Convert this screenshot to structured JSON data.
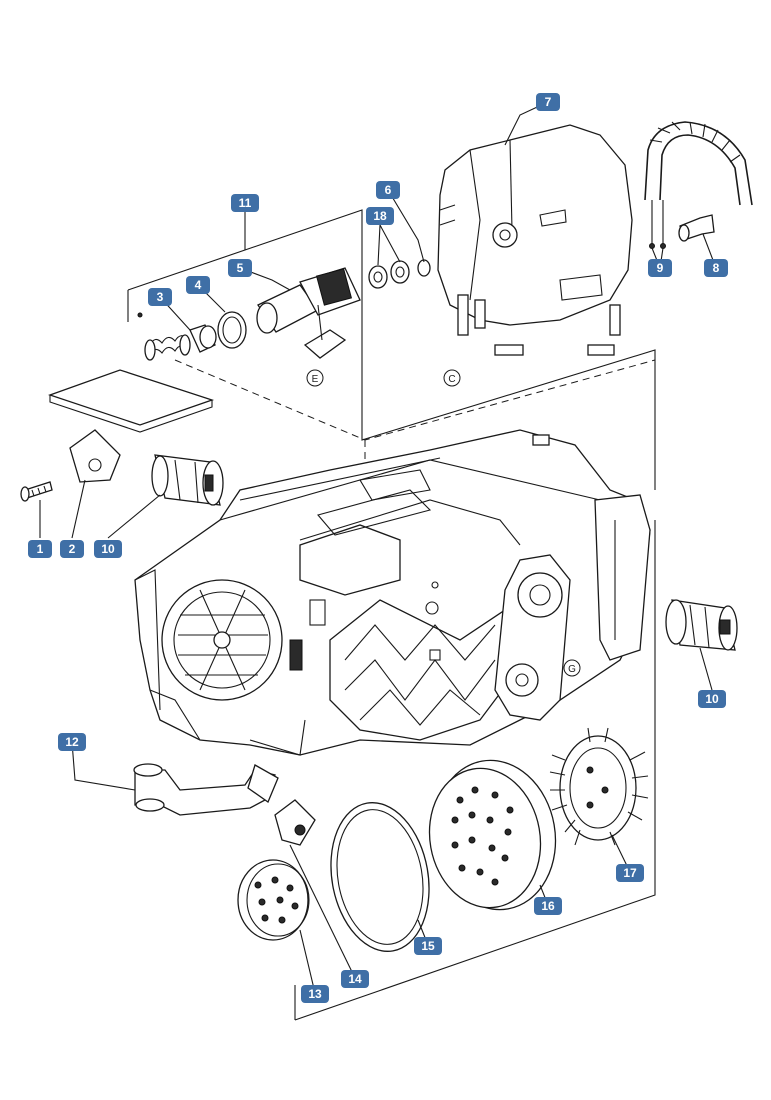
{
  "diagram": {
    "callouts": [
      {
        "id": "c1",
        "label": "1"
      },
      {
        "id": "c2",
        "label": "2"
      },
      {
        "id": "c3",
        "label": "3"
      },
      {
        "id": "c4",
        "label": "4"
      },
      {
        "id": "c5",
        "label": "5"
      },
      {
        "id": "c6",
        "label": "6"
      },
      {
        "id": "c7",
        "label": "7"
      },
      {
        "id": "c8",
        "label": "8"
      },
      {
        "id": "c9",
        "label": "9"
      },
      {
        "id": "c10a",
        "label": "10"
      },
      {
        "id": "c10b",
        "label": "10"
      },
      {
        "id": "c11",
        "label": "11"
      },
      {
        "id": "c12",
        "label": "12"
      },
      {
        "id": "c13",
        "label": "13"
      },
      {
        "id": "c14",
        "label": "14"
      },
      {
        "id": "c15",
        "label": "15"
      },
      {
        "id": "c16",
        "label": "16"
      },
      {
        "id": "c17",
        "label": "17"
      },
      {
        "id": "c18",
        "label": "18"
      }
    ],
    "connection_markers": [
      {
        "id": "mE",
        "label": "E"
      },
      {
        "id": "mC",
        "label": "C"
      },
      {
        "id": "mG",
        "label": "G"
      }
    ],
    "colors": {
      "callout_fill": "#3f6fa6",
      "line": "#1a1a1a",
      "background": "#ffffff"
    }
  }
}
